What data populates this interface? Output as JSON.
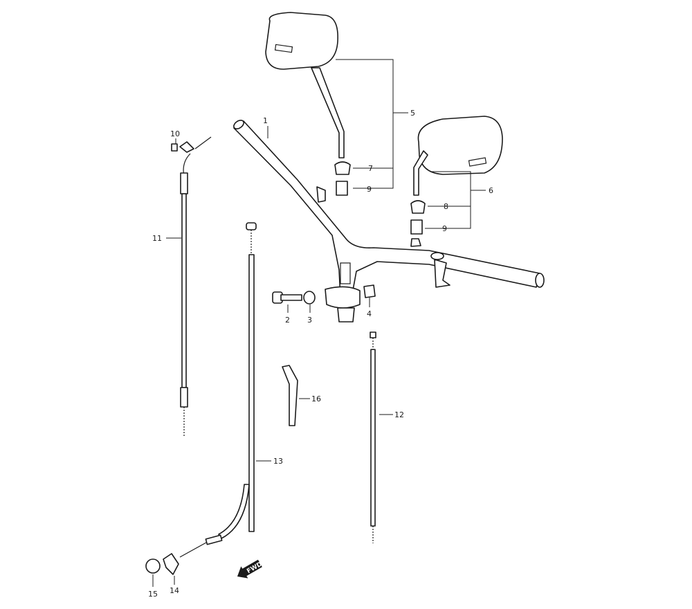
{
  "diagram": {
    "callouts": {
      "c1": "1",
      "c2": "2",
      "c3": "3",
      "c4": "4",
      "c5": "5",
      "c6": "6",
      "c7": "7",
      "c8": "8",
      "c9a": "9",
      "c9b": "9",
      "c10": "10",
      "c11": "11",
      "c12": "12",
      "c13": "13",
      "c14": "14",
      "c15": "15",
      "c16": "16"
    },
    "fwd_label": "FWD",
    "colors": {
      "line": "#1a1a1a",
      "background": "#ffffff"
    }
  }
}
